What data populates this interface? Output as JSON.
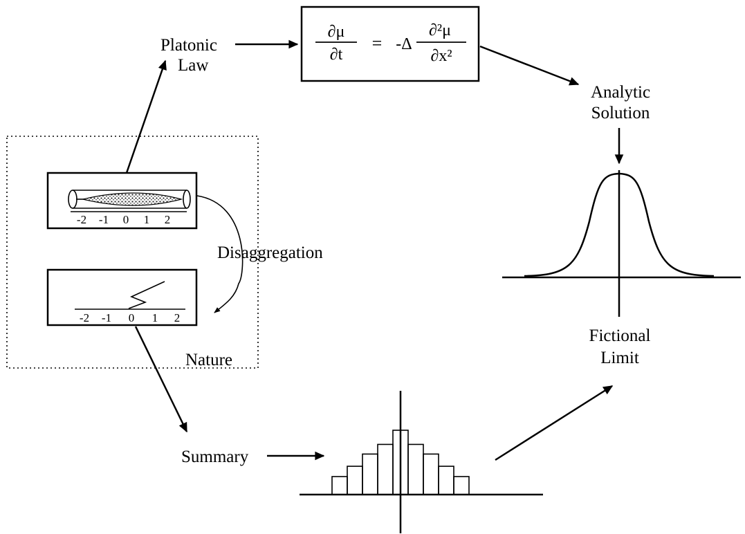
{
  "labels": {
    "platonic_line1": "Platonic",
    "platonic_line2": "Law",
    "analytic_line1": "Analytic",
    "analytic_line2": "Solution",
    "disaggregation": "Disaggregation",
    "nature": "Nature",
    "fictional_line1": "Fictional",
    "fictional_line2": "Limit",
    "summary": "Summary"
  },
  "equation": {
    "lhs_num": "∂μ",
    "lhs_den": "∂t",
    "equals": "=",
    "coef": "-Δ",
    "rhs_num": "∂²μ",
    "rhs_den": "∂x²"
  },
  "tube_ticks": [
    "-2",
    "-1",
    "0",
    "1",
    "2"
  ],
  "walk_ticks": [
    "-2",
    "-1",
    "0",
    "1",
    "2"
  ],
  "histogram": {
    "relative_heights": [
      0.28,
      0.44,
      0.63,
      0.78,
      1.0,
      0.78,
      0.63,
      0.44,
      0.28
    ]
  }
}
